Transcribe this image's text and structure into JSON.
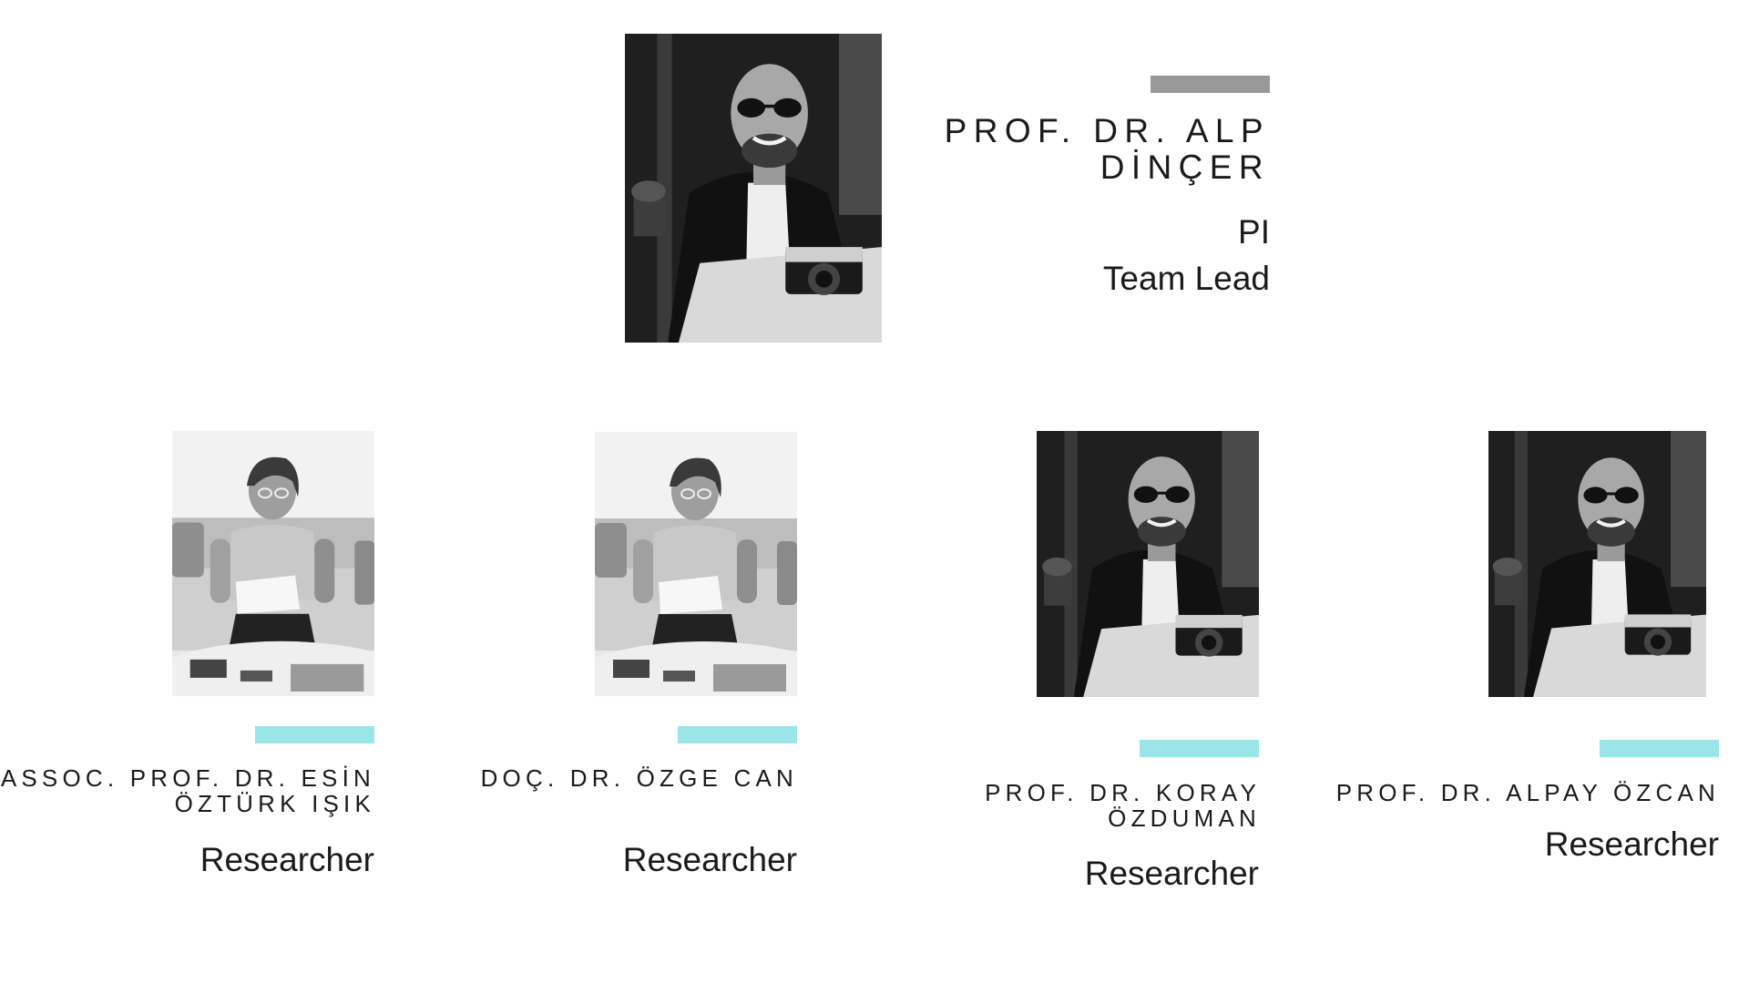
{
  "colors": {
    "lead_accent": "#999999",
    "member_accent": "#9be4e8",
    "text": "#1a1a1a"
  },
  "lead": {
    "name": "PROF. DR. ALP DİNÇER",
    "role_line1": "PI",
    "role_line2": "Team Lead",
    "photo": "man-with-sunglasses-and-camera-photo"
  },
  "members": [
    {
      "name": "ASSOC. PROF. DR. ESİN ÖZTÜRK IŞIK",
      "role": "Researcher",
      "photo": "woman-reading-on-couch-photo"
    },
    {
      "name": "DOÇ. DR. ÖZGE CAN",
      "role": "Researcher",
      "photo": "woman-reading-on-couch-photo"
    },
    {
      "name": "PROF. DR. KORAY ÖZDUMAN",
      "role": "Researcher",
      "photo": "man-with-sunglasses-and-camera-photo"
    },
    {
      "name": "PROF. DR. ALPAY ÖZCAN",
      "role": "Researcher",
      "photo": "man-with-sunglasses-and-camera-photo"
    }
  ]
}
